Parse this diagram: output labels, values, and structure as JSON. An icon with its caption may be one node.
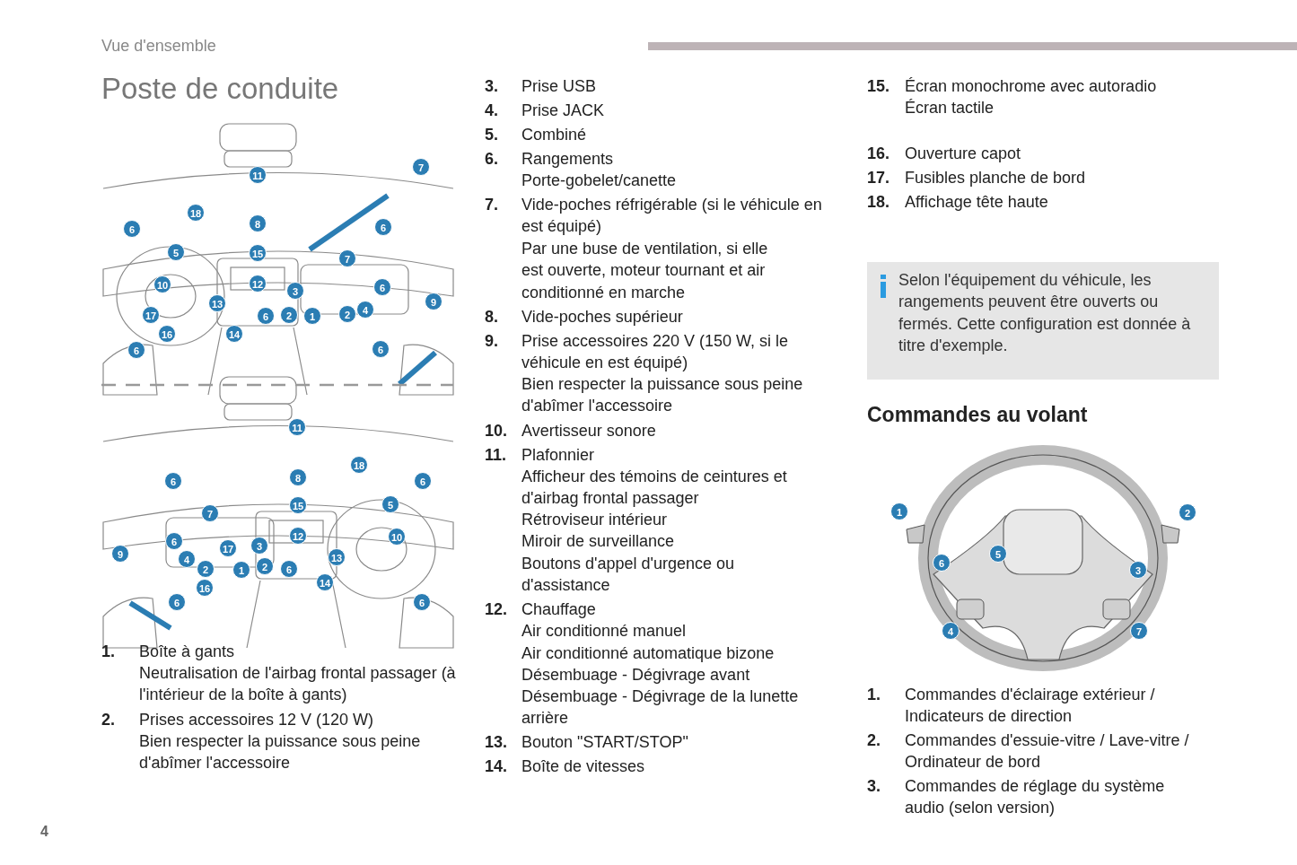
{
  "diagram": {
    "title": "Poste de conduite",
    "labels": [
      "Vue d'ensemble",
      "11",
      "7",
      "18",
      "8",
      "6",
      "6",
      "5",
      "15",
      "7",
      "10",
      "12",
      "3",
      "6",
      "13",
      "9",
      "6",
      "2",
      "1",
      "2",
      "4",
      "17",
      "16",
      "14",
      "6",
      "6",
      "11",
      "18",
      "8",
      "6",
      "6",
      "15",
      "5",
      "7",
      "6",
      "17",
      "3",
      "12",
      "10",
      "9",
      "4",
      "13",
      "2",
      "1",
      "2",
      "6",
      "14",
      "16",
      "6",
      "6",
      "1.",
      "Boîte à gants",
      "Neutralisation de l'airbag frontal passager (à l'intérieur de la boîte à gants)",
      "2.",
      "Prises accessoires 12 V (120 W)",
      "Bien respecter la puissance sous peine d'abîmer l'accessoire",
      "3.",
      "Prise USB",
      "4.",
      "Prise JACK",
      "5.",
      "Combiné",
      "6.",
      "Rangements",
      "Porte-gobelet/canette",
      "7.",
      "Vide-poches réfrigérable (si le véhicule en est équipé)",
      "Par une buse de ventilation, si elle est ouverte, moteur tournant et air conditionné en marche",
      "8.",
      "Vide-poches supérieur",
      "9.",
      "Prise accessoires 220 V (150 W, si le véhicule en est équipé)",
      "Bien respecter la puissance sous peine d'abîmer l'accessoire",
      "10.",
      "Avertisseur sonore",
      "11.",
      "Plafonnier",
      "Afficheur des témoins de ceintures et d'airbag frontal passager",
      "Rétroviseur intérieur",
      "Miroir de surveillance",
      "Boutons d'appel d'urgence ou d'assistance",
      "12.",
      "Chauffage",
      "Air conditionné manuel",
      "Air conditionné automatique bizone",
      "Désembuage - Dégivrage avant",
      "Désembuage - Dégivrage de la lunette arrière",
      "13.",
      "Bouton \"START/STOP\"",
      "14.",
      "Boîte de vitesses",
      "15.",
      "Écran monochrome avec autoradio",
      "Écran tactile",
      "16.",
      "Ouverture capot",
      "17.",
      "Fusibles planche de bord",
      "18.",
      "Affichage tête haute",
      "Selon l'équipement du véhicule, les rangements peuvent être ouverts ou fermés. Cette configuration est donnée à titre d'exemple.",
      "Commandes au volant",
      "1",
      "2",
      "5",
      "6",
      "3",
      "4",
      "7",
      "1.",
      "Commandes d'éclairage extérieur / Indicateurs de direction",
      "2.",
      "Commandes d'essuie-vitre / Lave-vitre / Ordinateur de bord",
      "3.",
      "Commandes de réglage du système audio (selon version)",
      "4"
    ]
  }
}
